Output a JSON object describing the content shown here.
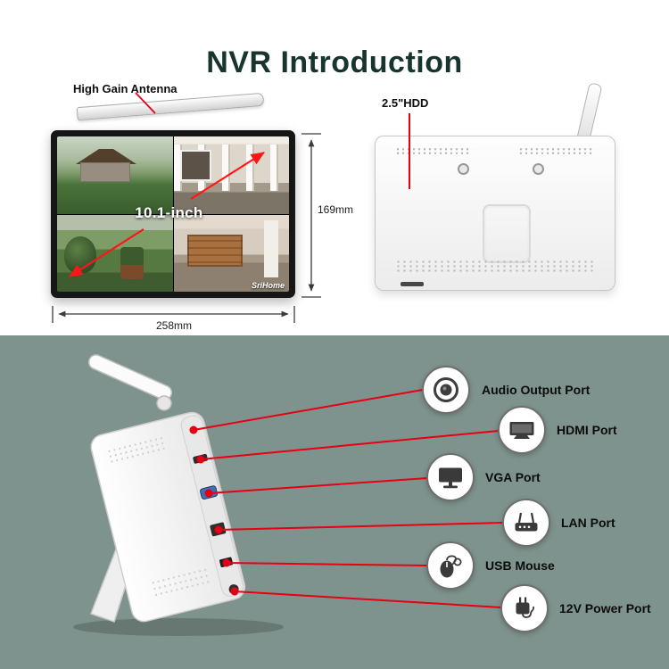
{
  "title": "NVR Introduction",
  "front_view": {
    "antenna_label": "High Gain Antenna",
    "screen_size_label": "10.1-inch",
    "brand": "SriHome",
    "width_dimension": "258mm",
    "height_dimension": "169mm"
  },
  "back_view": {
    "hdd_label": "2.5\"HDD"
  },
  "ports": [
    {
      "label": "Audio Output Port",
      "icon": "speaker-icon"
    },
    {
      "label": "HDMI Port",
      "icon": "tv-icon"
    },
    {
      "label": "VGA Port",
      "icon": "monitor-icon"
    },
    {
      "label": "LAN Port",
      "icon": "router-icon"
    },
    {
      "label": "USB Mouse",
      "icon": "mouse-icon"
    },
    {
      "label": "12V Power Port",
      "icon": "power-adapter-icon"
    }
  ],
  "colors": {
    "accent_red": "#e60014",
    "title_color": "#17352e",
    "bottom_background": "#7e938d"
  }
}
